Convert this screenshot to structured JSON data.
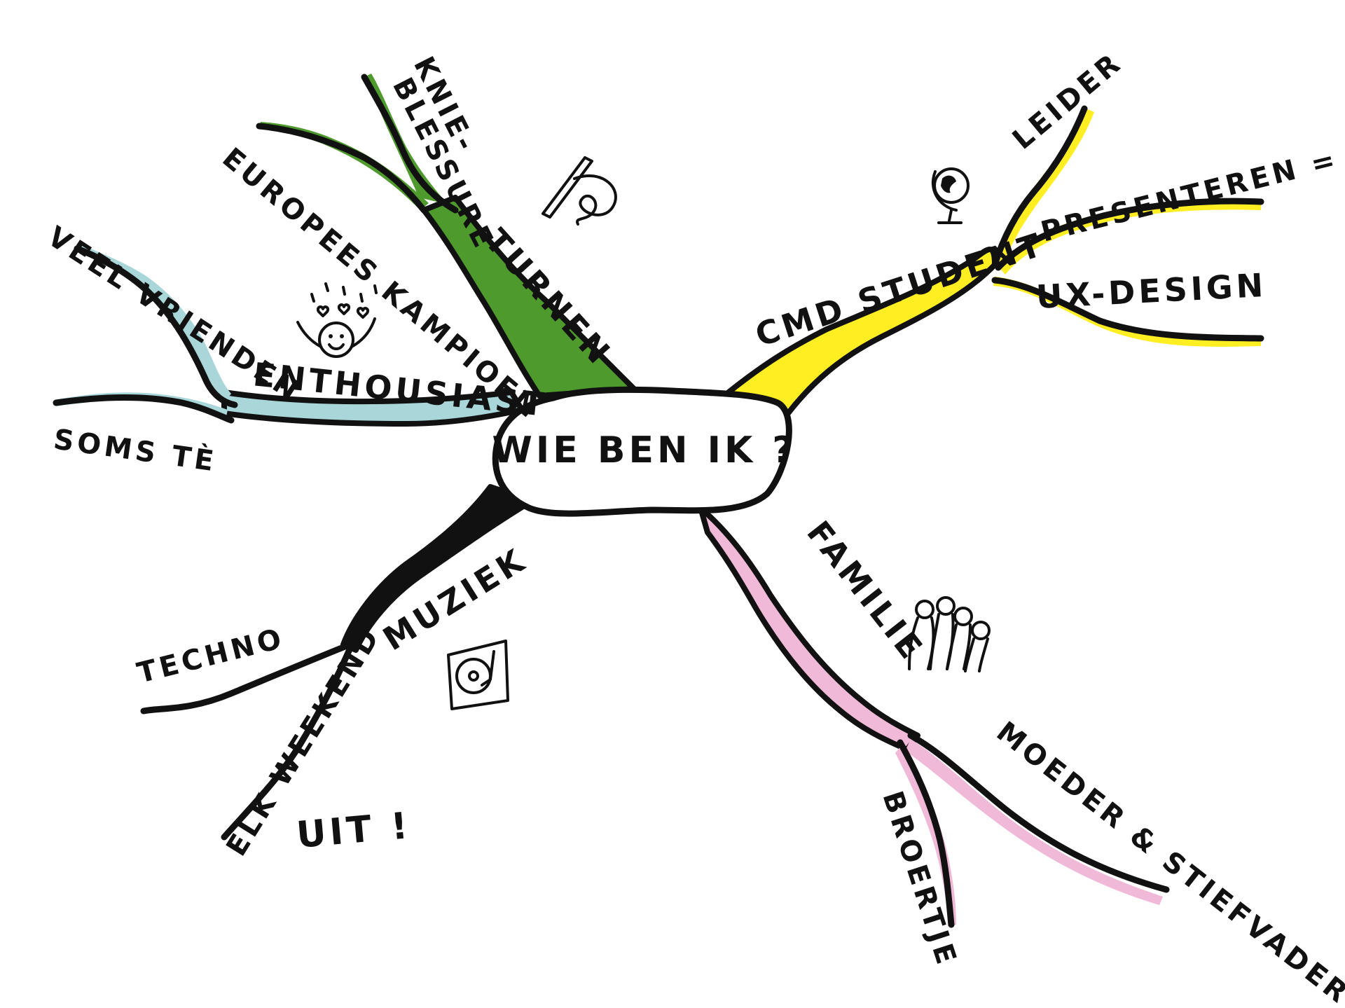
{
  "central": {
    "label": "WIE BEN IK ?"
  },
  "branches": {
    "turnen": {
      "label": "TURNEN",
      "color": "#4e9a2c",
      "sub": {
        "knie": "KNIE-",
        "blessure": "BLESSURE",
        "europees": "EUROPEES KAMPIOEN"
      }
    },
    "enthousiast": {
      "label": "ENTHOUSIAST",
      "color": "#a9d6d8",
      "sub": {
        "vrienden": "VEEL VRIENDEN",
        "soms": "SOMS TÈ"
      }
    },
    "cmd": {
      "label": "CMD STUDENT",
      "color": "#ffee22",
      "sub": {
        "leider": "LEIDER",
        "presenteren": "PRESENTEREN = LEUK",
        "ux": "UX-DESIGN"
      }
    },
    "familie": {
      "label": "FAMILIE",
      "color": "#f1b9d8",
      "sub": {
        "moeder": "MOEDER & STIEFVADER",
        "broertje": "BROERTJE"
      }
    },
    "muziek": {
      "label": "MUZIEK",
      "color": "#111111",
      "sub": {
        "techno": "TECHNO",
        "elk": "ELK WEEKEND",
        "uit": "UIT !"
      }
    }
  },
  "icons": [
    "gym-rings-icon",
    "happy-person-icon",
    "globe-icon",
    "family-icon",
    "turntable-icon"
  ]
}
